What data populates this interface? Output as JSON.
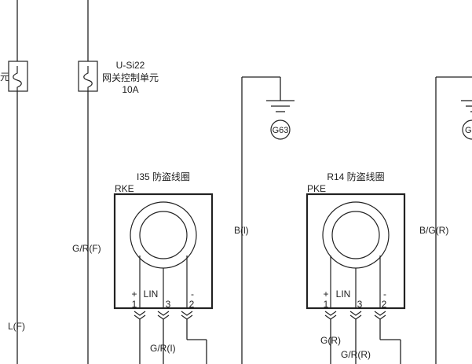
{
  "fuse_left": {
    "label_fragment": "元"
  },
  "fuse_main": {
    "line1": "U-Si22",
    "line2": "网关控制单元",
    "line3": "10A"
  },
  "ground_left": {
    "label": "G63"
  },
  "ground_right": {
    "label": "G"
  },
  "coil_left": {
    "title": "I35 防盗线圈",
    "tag": "RKE",
    "plus": "+",
    "lin": "LIN",
    "minus": "-",
    "pin1": "1",
    "pin3": "3",
    "pin2": "2"
  },
  "coil_right": {
    "title": "R14 防盗线圈",
    "tag": "PKE",
    "plus": "+",
    "lin": "LIN",
    "minus": "-",
    "pin1": "1",
    "pin3": "3",
    "pin2": "2"
  },
  "wires": {
    "grf": "G/R(F)",
    "lf": "L(F)",
    "bl": "B(l)",
    "gri": "G/R(I)",
    "bgr": "B/G(R)",
    "gr": "G(R)",
    "grr": "G/R(R)"
  }
}
